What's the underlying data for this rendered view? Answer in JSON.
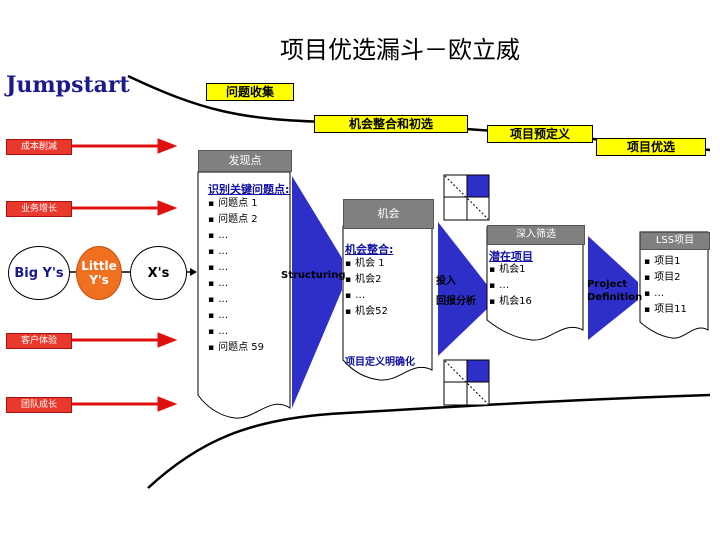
{
  "title": "项目优选漏斗－欧立威",
  "brand": "Jumpstart",
  "stages": {
    "s1": "问题收集",
    "s2": "机会整合和初选",
    "s3": "项目预定义",
    "s4": "项目优选"
  },
  "sources": [
    "成本削减",
    "业务增长",
    "客户体验",
    "团队成长"
  ],
  "circles": {
    "big": "Big Y's",
    "little": "Little Y's",
    "x": "X's"
  },
  "doc1": {
    "header": "发现点",
    "subtitle": "识别关键问题点:",
    "items": [
      "问题点 1",
      "问题点 2",
      "…",
      "…",
      "…",
      "…",
      "…",
      "…",
      "…",
      "问题点 59"
    ]
  },
  "arrow1_label": "Structuring",
  "doc2": {
    "header": "机会",
    "subtitle": "机会整合:",
    "items": [
      "机会 1",
      "机会2",
      "…",
      "机会52"
    ],
    "footer": "项目定义明确化"
  },
  "arrow2_label": {
    "l1": "投入",
    "l2": "回报分析"
  },
  "doc3": {
    "header": "深入筛选",
    "subtitle": "潜在项目",
    "items": [
      "机会1",
      "…",
      "机会16"
    ]
  },
  "arrow3_label": {
    "l1": "Project",
    "l2": "Definition"
  },
  "doc4": {
    "header": "LSS项目",
    "items": [
      "项目1",
      "项目2",
      "…",
      "项目11"
    ]
  },
  "colors": {
    "funnel_blue": "#2e2ec8",
    "arrow_red": "#e01010",
    "stage_yellow": "#ffff00",
    "circle_orange": "#f07020"
  }
}
